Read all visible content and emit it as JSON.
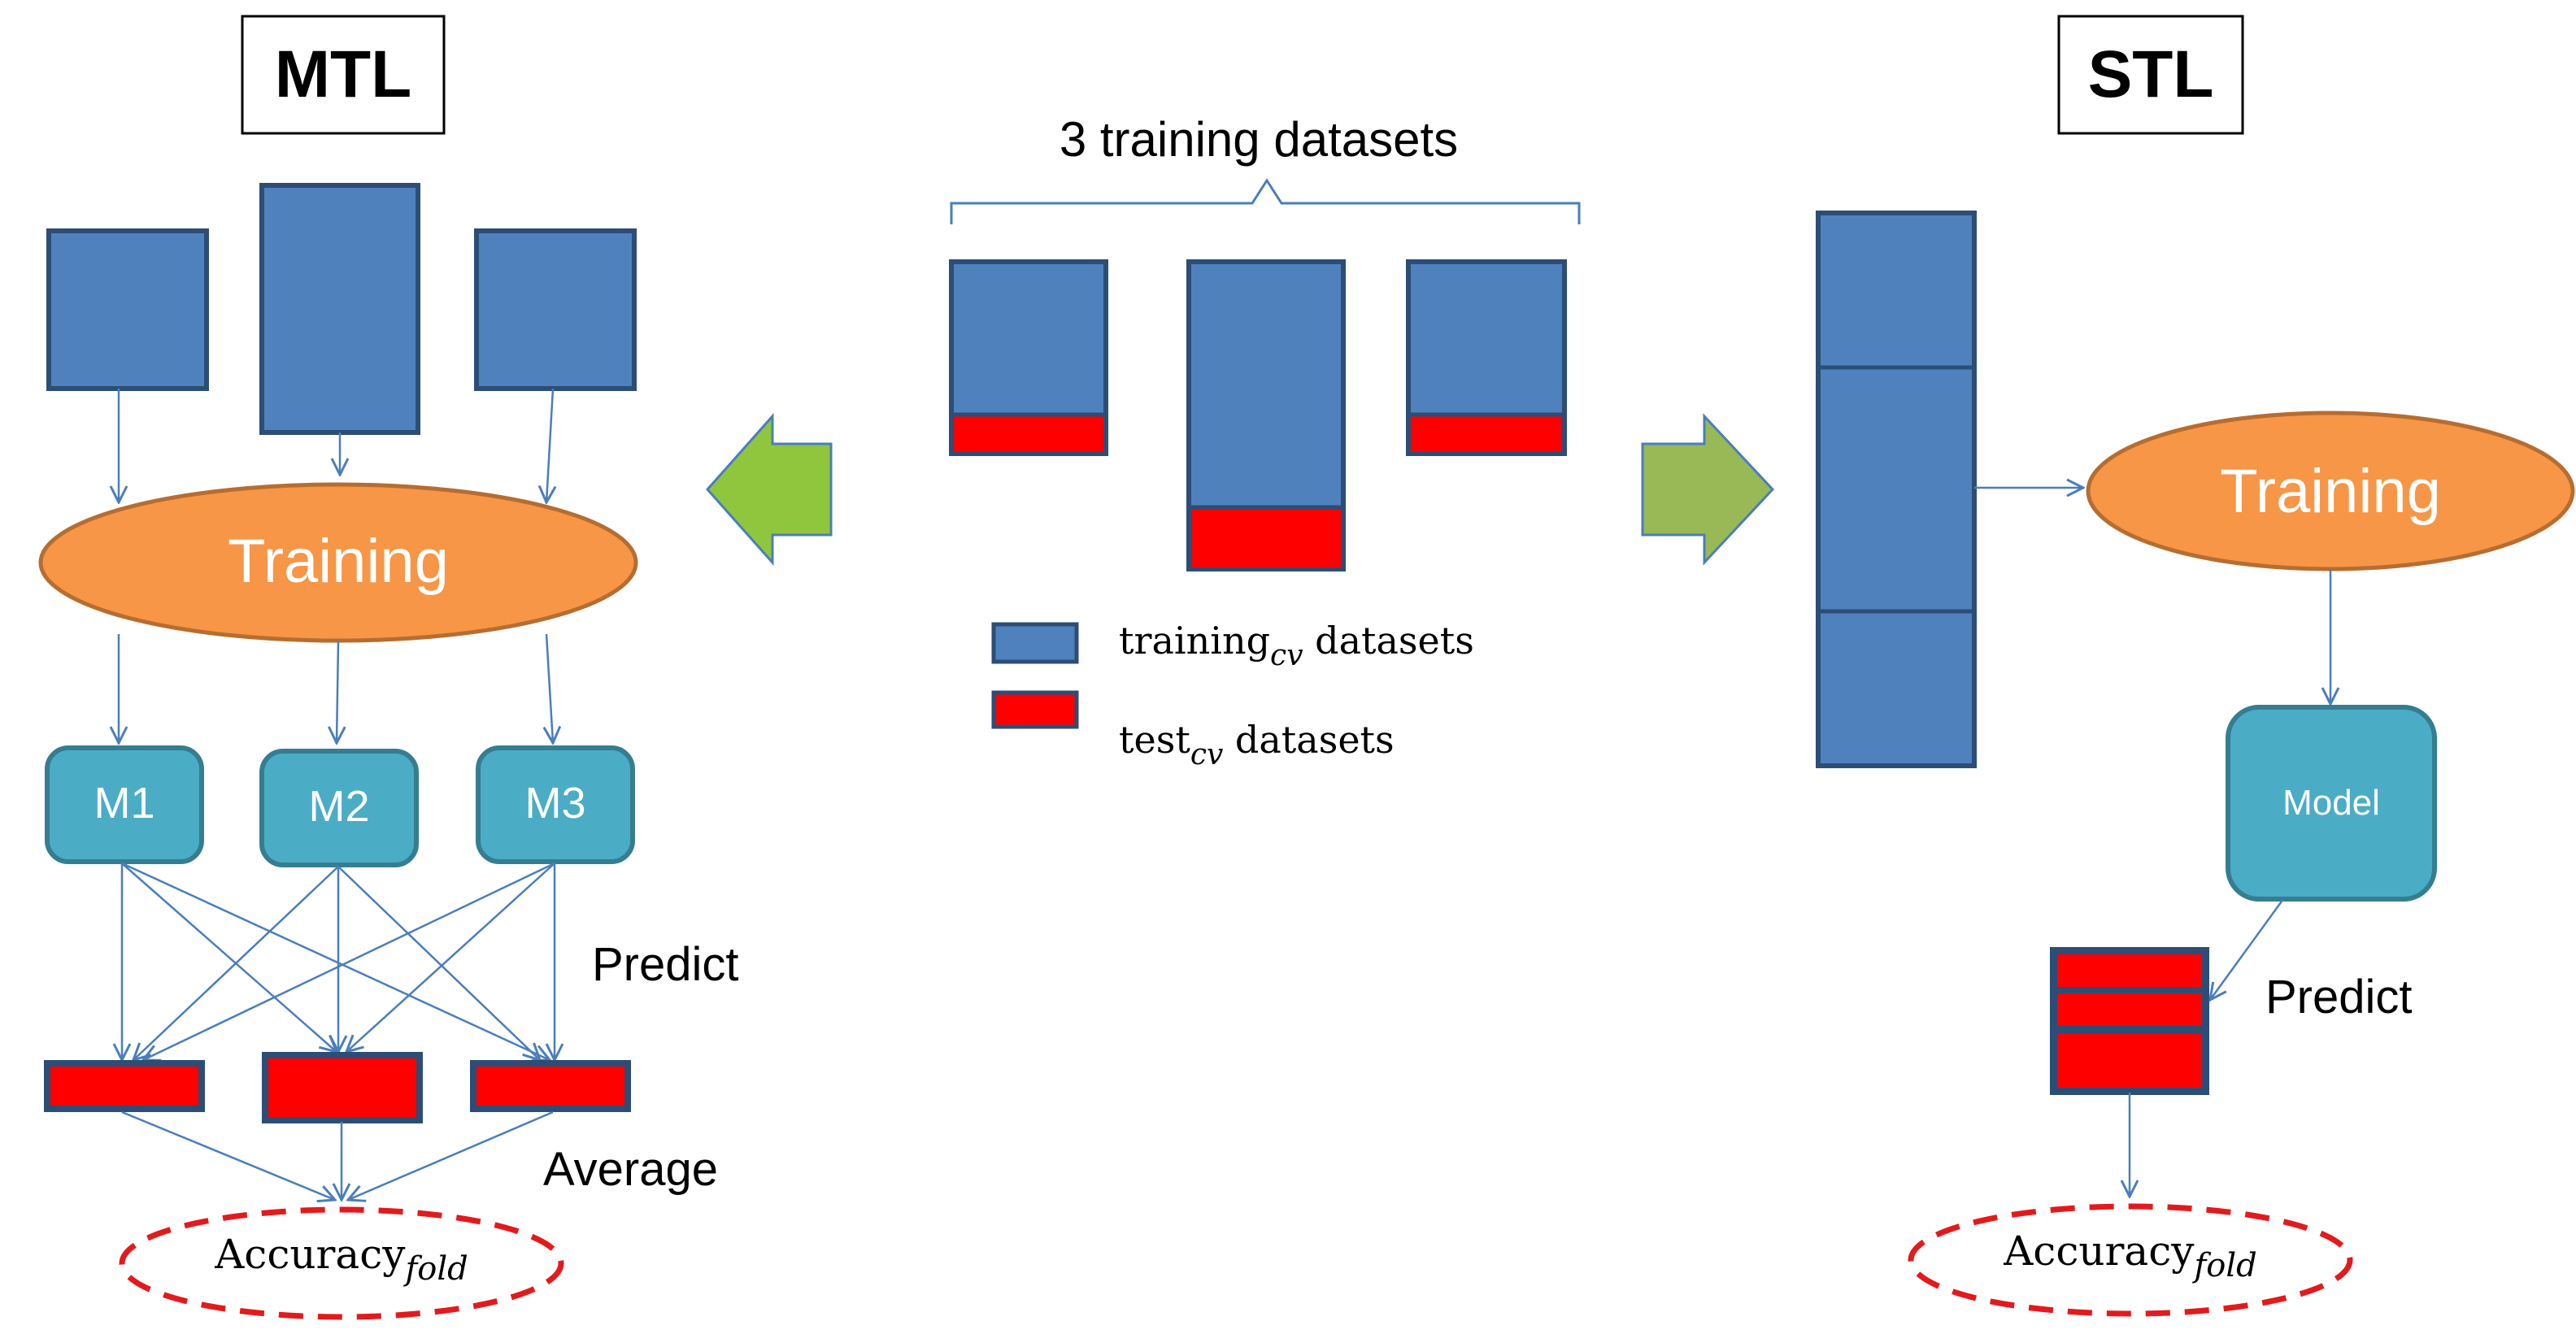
{
  "mtl": {
    "title": "MTL",
    "training_label": "Training",
    "models": [
      "M1",
      "M2",
      "M3"
    ],
    "predict_label": "Predict",
    "average_label": "Average",
    "accuracy_base": "Accuracy",
    "accuracy_sub": "fold"
  },
  "center": {
    "group_label": "3 training datasets",
    "legend": {
      "train_base": "training",
      "train_sub": "cv",
      "train_suffix": " datasets",
      "test_base": "test",
      "test_sub": "cv",
      "test_suffix": " datasets"
    }
  },
  "stl": {
    "title": "STL",
    "training_label": "Training",
    "model_label": "Model",
    "predict_label": "Predict",
    "accuracy_base": "Accuracy",
    "accuracy_sub": "fold"
  },
  "colors": {
    "block_fill": "#4f81bd",
    "block_stroke": "#2c4d75",
    "test_fill": "#ff0000",
    "ellipse_fill": "#f79646",
    "ellipse_stroke": "#b66d31",
    "model_fill": "#4bacc6",
    "model_stroke": "#357d91",
    "arrow_fill": "#8fc63e",
    "connector": "#4a7ebb",
    "accuracy_stroke": "#e31a1c"
  }
}
